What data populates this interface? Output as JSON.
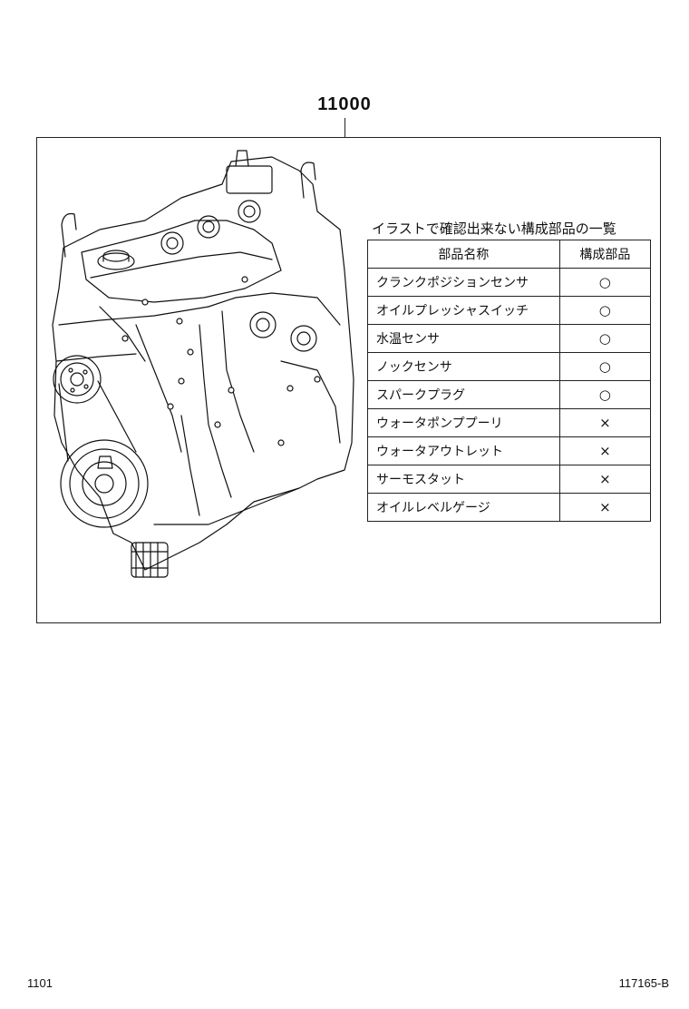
{
  "diagram": {
    "part_number": "11000",
    "table": {
      "title": "イラストで確認出来ない構成部品の一覧",
      "headers": [
        "部品名称",
        "構成部品"
      ],
      "rows": [
        {
          "name": "クランクポジションセンサ",
          "mark": "○"
        },
        {
          "name": "オイルプレッシャスイッチ",
          "mark": "○"
        },
        {
          "name": "水温センサ",
          "mark": "○"
        },
        {
          "name": "ノックセンサ",
          "mark": "○"
        },
        {
          "name": "スパークプラグ",
          "mark": "○"
        },
        {
          "name": "ウォータポンププーリ",
          "mark": "×"
        },
        {
          "name": "ウォータアウトレット",
          "mark": "×"
        },
        {
          "name": "サーモスタット",
          "mark": "×"
        },
        {
          "name": "オイルレベルゲージ",
          "mark": "×"
        }
      ]
    }
  },
  "footer": {
    "left_code": "1101",
    "right_code": "117165-B"
  }
}
